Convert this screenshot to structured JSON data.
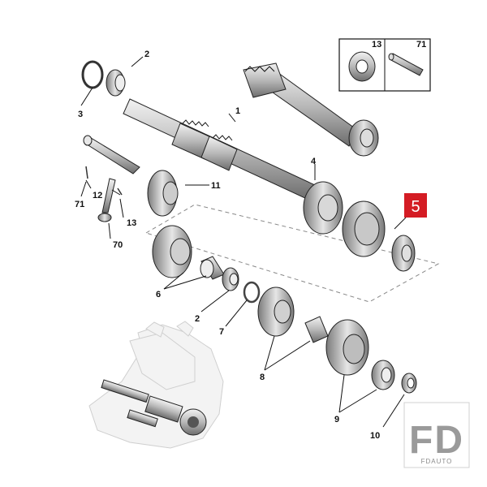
{
  "labels": {
    "l1": "1",
    "l2a": "2",
    "l2b": "2",
    "l3": "3",
    "l4": "4",
    "l5": "5",
    "l6": "6",
    "l7": "7",
    "l8": "8",
    "l9": "9",
    "l10": "10",
    "l11": "11",
    "l12": "12",
    "l13a": "13",
    "l13b": "13",
    "l70": "70",
    "l71a": "71",
    "l71b": "71"
  },
  "highlight": {
    "part_number": "5",
    "color": "#d41c24"
  },
  "watermark": {
    "main": "FD",
    "sub": "FDAUTO"
  }
}
